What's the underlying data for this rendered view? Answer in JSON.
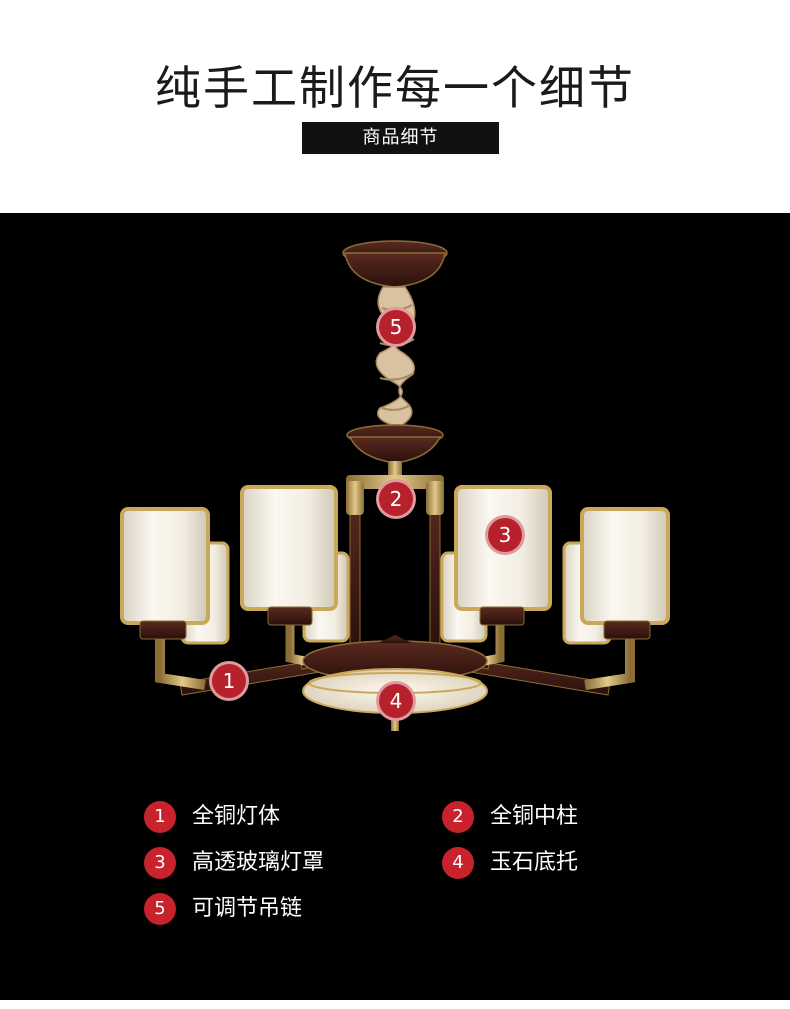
{
  "header": {
    "title": "纯手工制作每一个细节",
    "badge": "商品细节"
  },
  "markers": [
    {
      "num": "5"
    },
    {
      "num": "2"
    },
    {
      "num": "3"
    },
    {
      "num": "1"
    },
    {
      "num": "4"
    }
  ],
  "legend": [
    {
      "num": "1",
      "text": "全铜灯体"
    },
    {
      "num": "2",
      "text": "全铜中柱"
    },
    {
      "num": "3",
      "text": "高透玻璃灯罩"
    },
    {
      "num": "4",
      "text": "玉石底托"
    },
    {
      "num": "5",
      "text": "可调节吊链"
    }
  ],
  "colors": {
    "background": "#000000",
    "marker_red": "#b7212b",
    "brass": "#c9a85a",
    "wood": "#3a1a14",
    "glass": "#f4efe4"
  }
}
